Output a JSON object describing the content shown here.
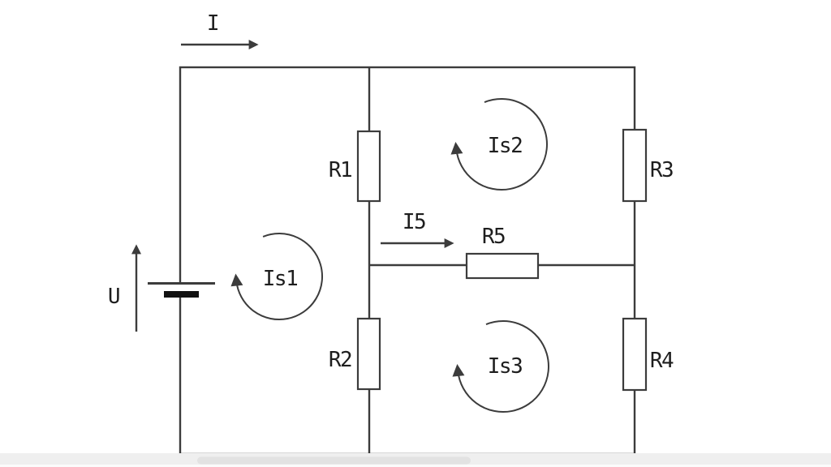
{
  "diagram": {
    "kind": "circuit-mesh-analysis"
  },
  "colors": {
    "background": "#ffffff",
    "wire": "#3c3c3c",
    "text": "#1e1e1e",
    "battery_plate": "#111111",
    "scrollbar_track": "#efefef",
    "scrollbar_thumb": "#e2e2e2",
    "page_bottom": "#fbfbfb"
  },
  "labels": {
    "total_current": "I",
    "source_voltage": "U",
    "branch_current": "I5"
  },
  "resistors": [
    {
      "id": "R1",
      "label": "R1"
    },
    {
      "id": "R2",
      "label": "R2"
    },
    {
      "id": "R3",
      "label": "R3"
    },
    {
      "id": "R4",
      "label": "R4"
    },
    {
      "id": "R5",
      "label": "R5"
    }
  ],
  "mesh_currents": [
    {
      "id": "Is1",
      "label": "Is1"
    },
    {
      "id": "Is2",
      "label": "Is2"
    },
    {
      "id": "Is3",
      "label": "Is3"
    }
  ]
}
